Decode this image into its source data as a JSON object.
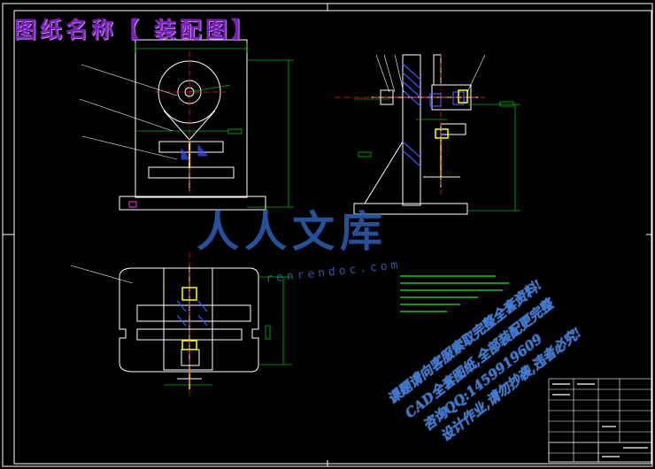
{
  "header": {
    "title": "图纸名称【 装配图】"
  },
  "watermark": {
    "logo_text": "人人文库",
    "url_text": "renrendoc.com",
    "lines": [
      "课题请向客服索取完整全套资料!",
      "CAD全套图纸,全部装配更完整",
      "咨询QQ:1459919609",
      "设计作业,请勿抄袭,违者必究!"
    ]
  },
  "colors": {
    "background": "#000000",
    "outline": "#ffffff",
    "dimension": "#00ff00",
    "centerline": "#ff2020",
    "part": "#ffff00",
    "section": "#3f52ff",
    "watermark": "#3b77d6",
    "title": "#7a1fb8"
  }
}
